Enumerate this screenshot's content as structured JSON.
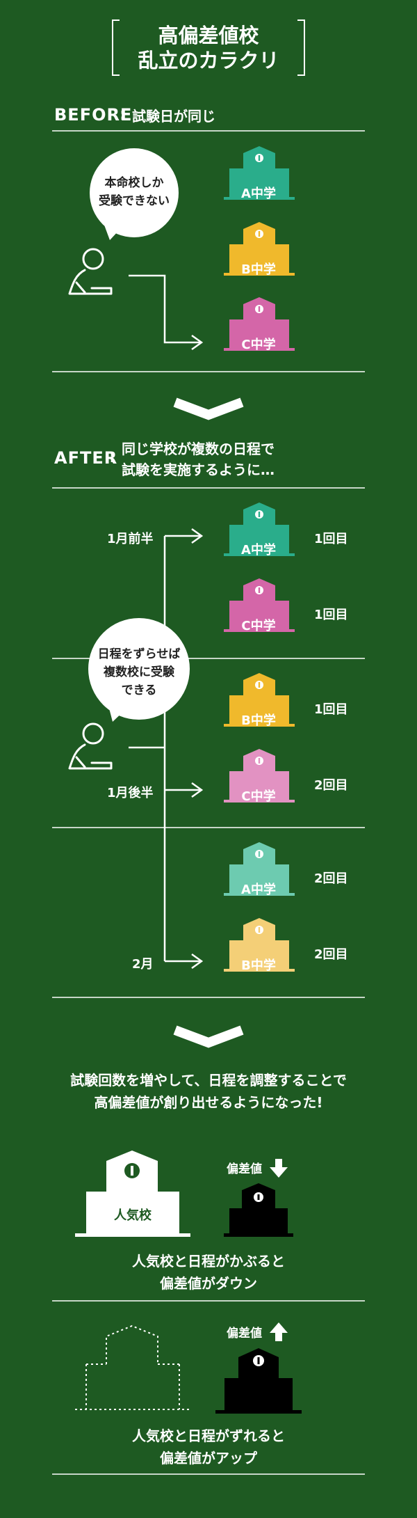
{
  "title": {
    "line1": "高偏差値校",
    "line2": "乱立のカラクリ"
  },
  "before": {
    "tag": "BEFORE",
    "colon": ":",
    "heading": "試験日が同じ",
    "bubble": {
      "line1": "本命校しか",
      "line2": "受験できない"
    },
    "schools": [
      "A中学",
      "B中学",
      "C中学"
    ]
  },
  "after": {
    "tag": "AFTER",
    "colon": ":",
    "heading": {
      "line1": "同じ学校が複数の日程で",
      "line2": "試験を実施するように…"
    },
    "bubble": {
      "line1": "日程をずらせば",
      "line2": "複数校に受験",
      "line3": "できる"
    },
    "periods": [
      "1月前半",
      "1月後半",
      "2月"
    ],
    "schools": [
      {
        "name": "A中学",
        "round": "1回目"
      },
      {
        "name": "C中学",
        "round": "1回目"
      },
      {
        "name": "B中学",
        "round": "1回目"
      },
      {
        "name": "C中学",
        "round": "2回目"
      },
      {
        "name": "A中学",
        "round": "2回目"
      },
      {
        "name": "B中学",
        "round": "2回目"
      }
    ]
  },
  "conclusion": {
    "line1": "試験回数を増やして、日程を調整することで",
    "line2": "高偏差値が創り出せるようになった!"
  },
  "down": {
    "popular_label": "人気校",
    "metric": "偏差値",
    "caption1": "人気校と日程がかぶると",
    "caption2": "偏差値がダウン"
  },
  "up": {
    "metric": "偏差値",
    "caption1": "人気校と日程がずれると",
    "caption2": "偏差値がアップ"
  },
  "colors": {
    "background": "#1e5a22",
    "school_a": "#2aad8b",
    "school_b": "#f0b92c",
    "school_c": "#d466a8",
    "school_a_light": "#6dcbb0",
    "school_b_light": "#f4cf77",
    "school_c_light": "#e292c2"
  }
}
